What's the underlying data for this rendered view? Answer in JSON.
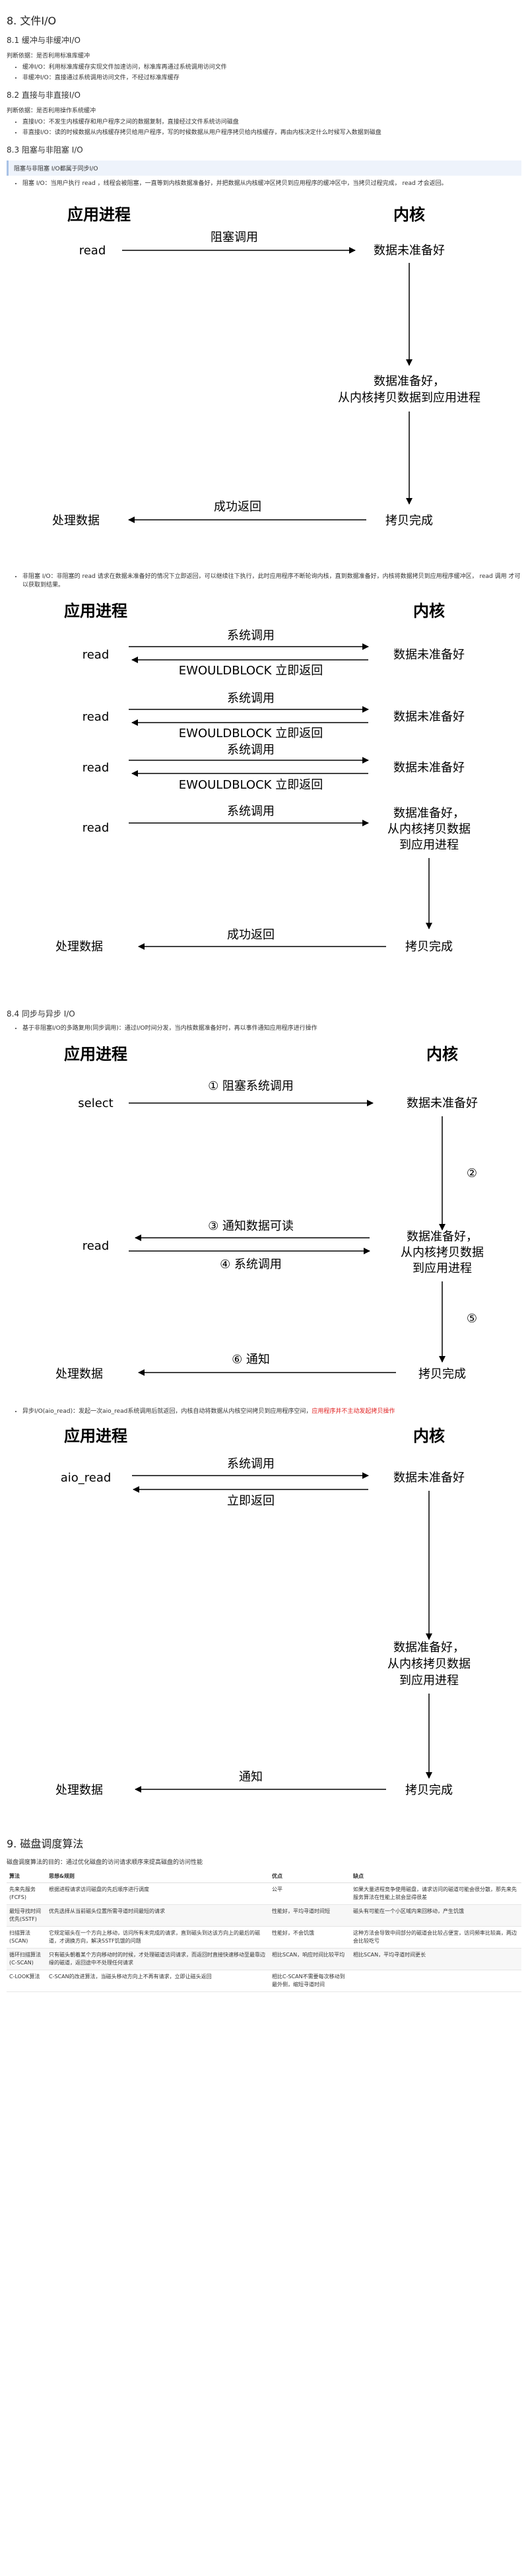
{
  "sec8": {
    "title": "8. 文件I/O",
    "s81": {
      "title": "8.1 缓冲与非缓冲I/O",
      "intro": "判断依据：是否利用标准库缓冲",
      "items": [
        "缓冲I/O：利用标准库缓存实现文件加速访问，标准库再通过系统调用访问文件",
        "非缓冲I/O：直接通过系统调用访问文件，不经过标准库缓存"
      ]
    },
    "s82": {
      "title": "8.2 直接与非直接I/O",
      "intro": "判断依据：是否利用操作系统缓冲",
      "items": [
        "直接I/O：不发生内核缓存和用户程序之间的数据复制，直接经过文件系统访问磁盘",
        "非直接I/O：读的时候数据从内核缓存拷贝给用户程序，写的时候数据从用户程序拷贝给内核缓存，再由内核决定什么时候写入数据到磁盘"
      ]
    },
    "s83": {
      "title": "8.3 阻塞与非阻塞 I/O",
      "quote": "阻塞与非阻塞 I/O都属于同步I/O",
      "item1": "阻塞 I/O：当用户执行 read ，线程会被阻塞，一直等到内核数据准备好，并把数据从内核缓冲区拷贝到应用程序的缓冲区中，当拷贝过程完成， read 才会返回。",
      "item2": "非阻塞 I/O：非阻塞的 read 请求在数据未准备好的情况下立即返回，可以继续往下执行，此时应用程序不断轮询内核，直到数据准备好，内核将数据拷贝到应用程序缓冲区， read 调用 才可以获取到结果。"
    },
    "s84": {
      "title": "8.4 同步与异步 I/O",
      "item1": "基于非阻塞I/O的多路复用(同步调用)：通过I/O时间分发，当内核数据准备好时，再以事件通知应用程序进行操作",
      "item2_main": "异步I/O(aio_read)：发起一次aio_read系统调用后就返回，内核自动将数据从内核空间拷贝到应用程序空间，",
      "item2_red": "应用程序并不主动发起拷贝操作"
    }
  },
  "diagrams": {
    "blocking": {
      "left_head": "应用进程",
      "right_head": "内核",
      "call": "read",
      "call_label": "阻塞调用",
      "not_ready": "数据未准备好",
      "ready1": "数据准备好，",
      "ready2": "从内核拷贝数据到应用进程",
      "return_label": "成功返回",
      "handle": "处理数据",
      "copy_done": "拷贝完成"
    },
    "nonblocking": {
      "left_head": "应用进程",
      "right_head": "内核",
      "call": "read",
      "syscall": "系统调用",
      "ewould": "EWOULDBLOCK 立即返回",
      "not_ready": "数据未准备好",
      "ready1": "数据准备好，",
      "ready2": "从内核拷贝数据",
      "ready3": "到应用进程",
      "return_label": "成功返回",
      "handle": "处理数据",
      "copy_done": "拷贝完成"
    },
    "multiplex": {
      "left_head": "应用进程",
      "right_head": "内核",
      "select": "select",
      "step1": "① 阻塞系统调用",
      "not_ready": "数据未准备好",
      "step2": "②",
      "step3": "③ 通知数据可读",
      "step4": "④ 系统调用",
      "read": "read",
      "ready1": "数据准备好，",
      "ready2": "从内核拷贝数据",
      "ready3": "到应用进程",
      "step5": "⑤",
      "step6": "⑥ 通知",
      "handle": "处理数据",
      "copy_done": "拷贝完成"
    },
    "async": {
      "left_head": "应用进程",
      "right_head": "内核",
      "call": "aio_read",
      "syscall": "系统调用",
      "immediate": "立即返回",
      "not_ready": "数据未准备好",
      "ready1": "数据准备好，",
      "ready2": "从内核拷贝数据",
      "ready3": "到应用进程",
      "notify": "通知",
      "handle": "处理数据",
      "copy_done": "拷贝完成"
    }
  },
  "sec9": {
    "title": "9. 磁盘调度算法",
    "intro": "磁盘调度算法的目的：通过优化磁盘的访问请求顺序来提高磁盘的访问性能",
    "headers": [
      "算法",
      "思想&规则",
      "优点",
      "缺点"
    ],
    "rows": [
      [
        "先来先服务(FCFS)",
        "根据进程请求访问磁盘的先后顺序进行调度",
        "公平",
        "如果大量进程竞争使用磁盘，请求访问的磁道可能会很分散，那先来先服务算法在性能上就会显得很差"
      ],
      [
        "最短寻找时间优先(SSTF)",
        "优先选择从当前磁头位置所需寻道时间最短的请求",
        "性能好，平均寻道时间短",
        "磁头有可能在一个小区域内来回移动，产生饥饿"
      ],
      [
        "扫描算法(SCAN)",
        "它规定磁头在一个方向上移动，访问所有未完成的请求，直到磁头到达该方向上的最后的磁道，才调换方向，解决SSTF饥饿的问题",
        "性能好，不会饥饿",
        "这种方法会导致中间部分的磁道会比较占便宜，访问频率比较高，两边会比较吃亏"
      ],
      [
        "循环扫描算法(C-SCAN)",
        "只有磁头朝着某个方向移动时的时候，才处理磁道访问请求，而返回时直接快速移动至最靠边缘的磁道，返回途中不处理任何请求",
        "相比SCAN，响应时间比较平均",
        "相比SCAN，平均寻道时间更长"
      ],
      [
        "C-LOOK算法",
        "C-SCAN的改进算法，当磁头移动方向上不再有请求，立即让磁头返回",
        "相比C-SCAN不需要每次移动到最外侧，缩短寻道时间",
        ""
      ]
    ]
  }
}
